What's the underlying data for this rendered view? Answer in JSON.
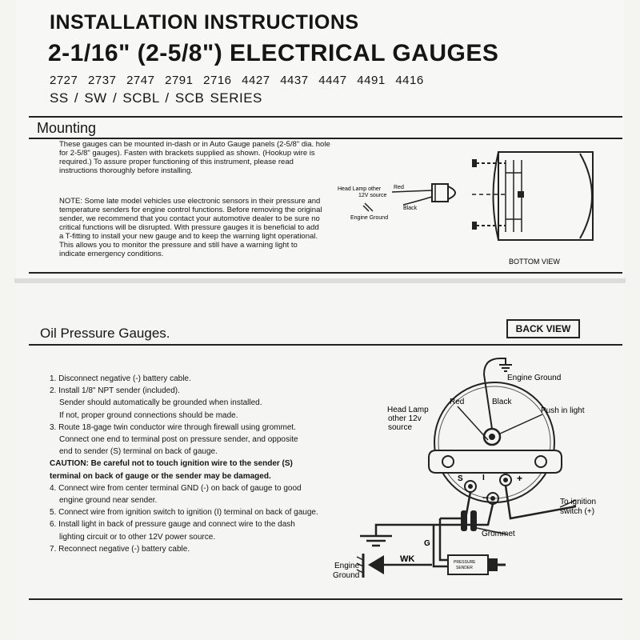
{
  "header": {
    "title_line1": "INSTALLATION INSTRUCTIONS",
    "title_line2": "2-1/16\" (2-5/8\") ELECTRICAL GAUGES",
    "model_numbers": "2727  2737  2747  2791  2716  4427  4437  4447  4491  4416",
    "series": "SS / SW / SCBL / SCB  SERIES"
  },
  "mounting": {
    "heading": "Mounting",
    "paragraph": "These gauges can be mounted in-dash or in Auto Gauge panels (2-5/8\" dia. hole for 2-5/8\" gauges). Fasten with brackets supplied as shown. (Hookup wire is required.) To assure proper functioning of this instrument, please read instructions thoroughly before installing.",
    "note": "NOTE: Some late model vehicles use electronic sensors in their pressure and temperature senders for engine control functions. Before removing the original sender, we recommend that you contact your automotive dealer to be sure no critical functions will be disrupted. With pressure gauges it is beneficial to add a T-fitting to install your new gauge and to keep the warning light operational. This allows you to monitor the pressure and still have a warning light to indicate emergency conditions.",
    "diagram": {
      "head_lamp_label": "Head Lamp other",
      "twelve_v_source": "12V source",
      "red": "Red",
      "black": "Black",
      "engine_ground": "Engine Ground",
      "bottom_view": "BOTTOM VIEW"
    }
  },
  "oil": {
    "heading": "Oil Pressure Gauges.",
    "back_view": "BACK VIEW",
    "steps": [
      "1. Disconnect negative (-) battery cable.",
      "2. Install 1/8\" NPT sender (included).",
      "Sender should automatically be grounded when installed.",
      "If not, proper ground connections should be made.",
      "3. Route 18-gage twin conductor wire through firewall using grommet.",
      "Connect one end to terminal post on pressure sender, and opposite",
      "end to sender (S) terminal on back of gauge.",
      "CAUTION: Be careful not to touch ignition wire to the sender (S)",
      "terminal on back of gauge or the sender may be damaged.",
      "4. Connect wire from center terminal GND (-) on back of gauge to good",
      "engine ground near sender.",
      "5. Connect wire from ignition switch to ignition (I) terminal on back of gauge.",
      "6. Install light in back of pressure gauge and connect wire to the dash",
      "lighting circuit or to other 12V power source.",
      "7. Reconnect negative (-) battery cable."
    ],
    "diagram": {
      "engine_ground_top": "Engine Ground",
      "head_lamp": "Head Lamp",
      "other_12v": "other 12v",
      "source": "source",
      "red": "Red",
      "black": "Black",
      "push_in_light": "Push in light",
      "s_terminal": "S",
      "i_terminal": "I",
      "plus": "+",
      "minus": "−",
      "to_ignition": "To ignition",
      "switch_plus": "switch (+)",
      "grommet": "Grommet",
      "g_label": "G",
      "wk_label": "WK",
      "engine_ground_bottom_1": "Engine",
      "engine_ground_bottom_2": "Ground",
      "pressure_sender_1": "PRESSURE",
      "pressure_sender_2": "SENDER"
    }
  }
}
